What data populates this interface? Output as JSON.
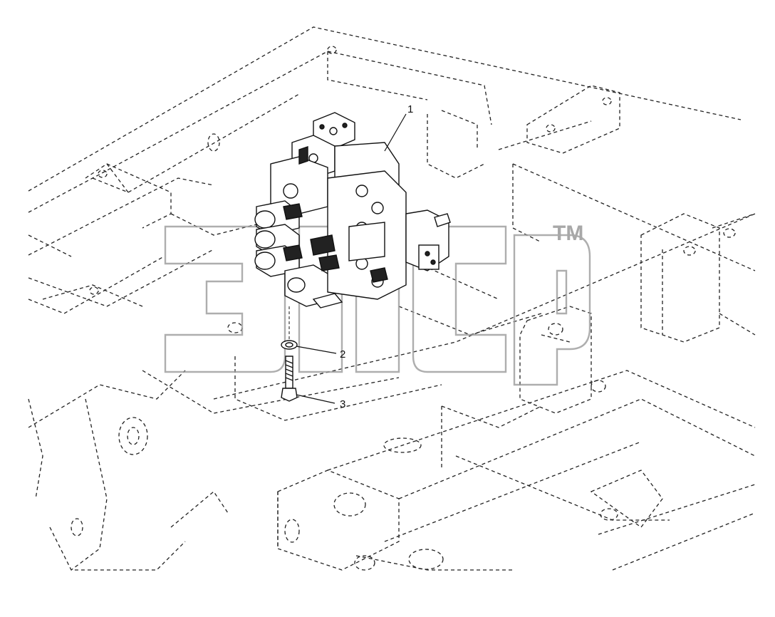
{
  "callouts": [
    {
      "id": "1",
      "label": "1"
    },
    {
      "id": "2",
      "label": "2"
    },
    {
      "id": "3",
      "label": "3"
    }
  ],
  "watermark": {
    "text": "TM"
  }
}
